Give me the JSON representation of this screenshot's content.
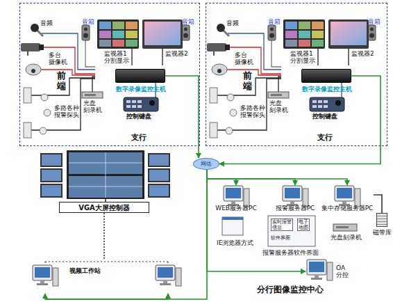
{
  "diagram": {
    "nodes": [
      {
        "text": [
          "支行"
        ]
      },
      {
        "text": [
          "数字录像监控主机"
        ],
        "in": 0
      },
      {
        "text": [
          "支行"
        ]
      },
      {
        "text": [
          "数字录像监控主机"
        ],
        "in": 2
      },
      {
        "text": [
          "网络"
        ]
      },
      {
        "text": [
          "VGA大屏控制器"
        ]
      },
      {
        "text": [
          "WEB服务器PC"
        ]
      },
      {
        "text": [
          "报警服务器PC"
        ]
      },
      {
        "text": [
          "集中存储服务器PC"
        ]
      },
      {
        "text": [
          "磁带库"
        ]
      },
      {
        "text": [
          "OA 分控"
        ]
      },
      {
        "text": [
          "视频工作站"
        ]
      }
    ],
    "edges": [
      {
        "from": 1,
        "to": 4,
        "arrow": "to"
      },
      {
        "from": 3,
        "to": 4,
        "arrow": "to"
      },
      {
        "from": 4,
        "to": 6,
        "arrow": "to"
      },
      {
        "from": 4,
        "to": 7,
        "arrow": "to"
      },
      {
        "from": 4,
        "to": 8,
        "arrow": "to"
      },
      {
        "from": 8,
        "to": 9,
        "arrow": "none"
      },
      {
        "from": 4,
        "to": 10,
        "arrow": "to"
      },
      {
        "from": 4,
        "to": 11,
        "arrow": "to"
      },
      {
        "from": 5,
        "to": 11,
        "arrow": "none"
      }
    ],
    "labels": [
      "音箱",
      "音箱",
      "音频",
      "多台 摄像机",
      "前 端",
      "监视器1 分割显示",
      "监视器2",
      "光盘 刻录机",
      "控制键盘",
      "多路各种 报警探头",
      "音箱",
      "音箱",
      "音频",
      "多台 摄像机",
      "前 端",
      "监视器1 分割显示",
      "监视器2",
      "光盘 刻录机",
      "控制键盘",
      "多路各种 报警探头",
      "IE浏览器方式",
      "实时报警 信息",
      "电子 地图",
      "软件界面",
      "报警服务器软件界面",
      "光盘刻录机",
      "分行图像监控中心"
    ]
  }
}
